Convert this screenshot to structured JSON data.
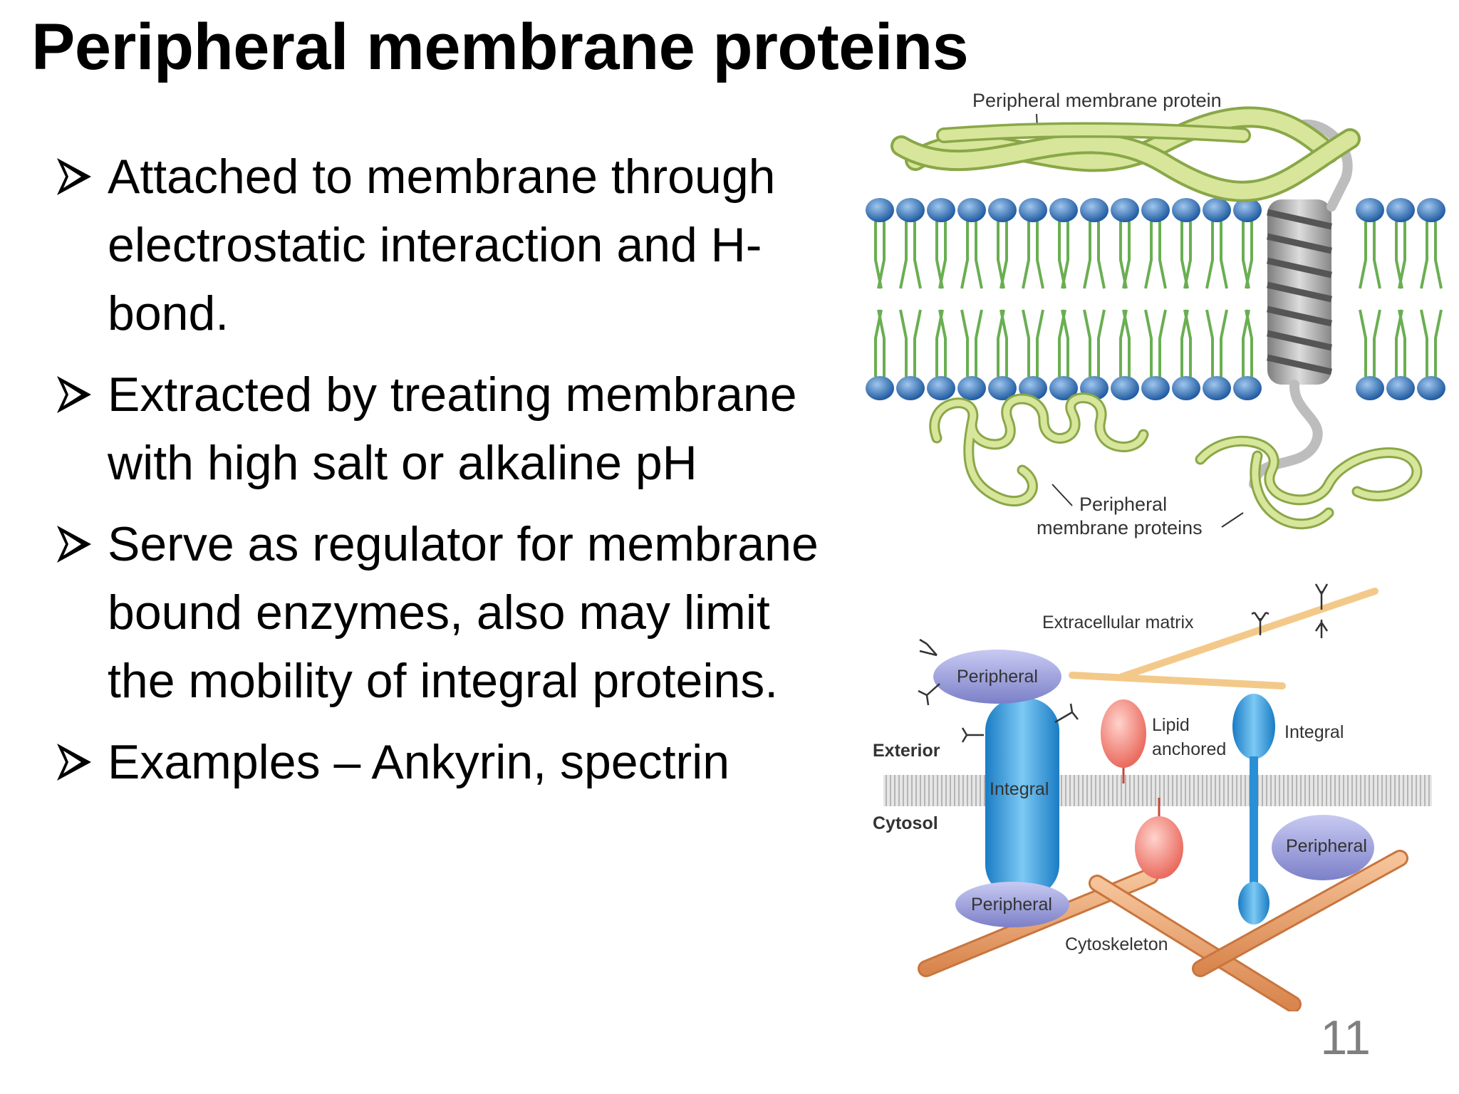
{
  "slide": {
    "title": "Peripheral membrane proteins",
    "page_number": "11",
    "bullets": [
      "Attached to membrane through electrostatic interaction and H-bond.",
      "Extracted by treating membrane with high salt or alkaline pH",
      "Serve as regulator for membrane bound enzymes, also may limit the mobility of integral proteins.",
      "Examples – Ankyrin, spectrin"
    ]
  },
  "figure_top": {
    "label_top": "Peripheral membrane protein",
    "label_bottom_line1": "Peripheral",
    "label_bottom_line2": "membrane proteins"
  },
  "figure_bottom": {
    "extracellular_matrix": "Extracellular matrix",
    "exterior": "Exterior",
    "cytosol": "Cytosol",
    "peripheral_top": "Peripheral",
    "integral_left": "Integral",
    "peripheral_bottom_left": "Peripheral",
    "lipid_line1": "Lipid",
    "lipid_line2": "anchored",
    "integral_right": "Integral",
    "peripheral_right": "Peripheral",
    "cytoskeleton": "Cytoskeleton"
  },
  "colors": {
    "lipid_head": "#2f6fb4",
    "lipid_tail": "#6aae52",
    "peripheral_green": "#d7e69a",
    "helix_gray": "#9a9a9a",
    "integral_blue": "#2a9ae0",
    "peripheral_purple": "#8f93d4",
    "lipid_anchored_red": "#f07a70",
    "fiber_orange": "#e8a06a",
    "matrix_fiber": "#f3c98a"
  }
}
